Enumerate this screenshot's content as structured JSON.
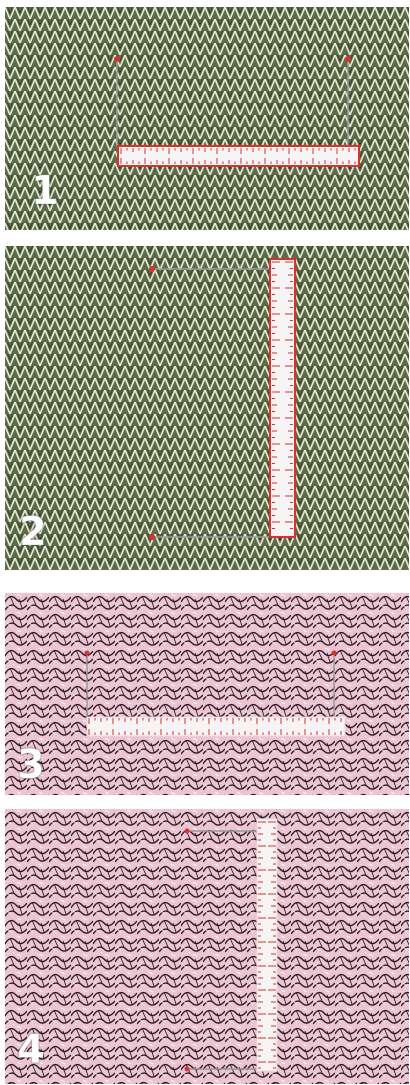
{
  "panels": [
    {
      "number": "1",
      "fabric": "green-knit",
      "ruler": "horizontal"
    },
    {
      "number": "2",
      "fabric": "green-knit",
      "ruler": "vertical"
    },
    {
      "number": "3",
      "fabric": "pink-knit",
      "ruler": "horizontal"
    },
    {
      "number": "4",
      "fabric": "pink-knit",
      "ruler": "vertical"
    }
  ],
  "colors": {
    "green_fabric": "#5d6b4a",
    "green_stitch": "#dfe6cf",
    "pink_fabric": "#e8bccb",
    "pink_stitch": "#2b1d24",
    "ruler_fill": "#f6f4f4",
    "ruler_mark": "#d8322e",
    "pin_head": "#d8322e",
    "pin_shaft": "#9a9a9a"
  }
}
